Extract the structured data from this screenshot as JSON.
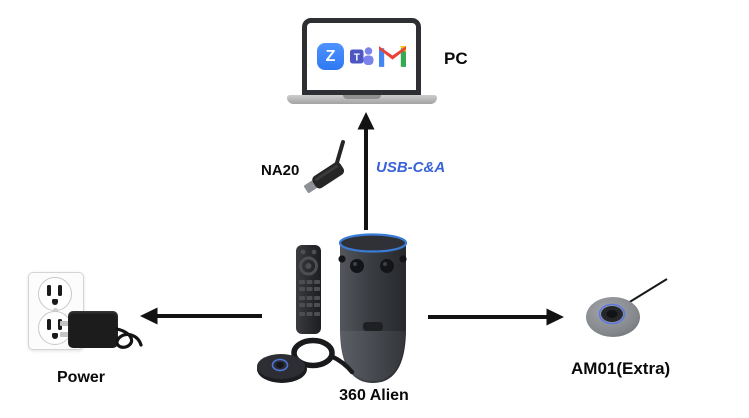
{
  "diagram": {
    "nodes": {
      "pc": {
        "label": "PC",
        "apps": [
          "zoom",
          "microsoft-teams",
          "gmail"
        ]
      },
      "na20": {
        "label": "NA20"
      },
      "alien": {
        "label": "360 Alien"
      },
      "power": {
        "label": "Power"
      },
      "am01": {
        "label": "AM01(Extra)"
      }
    },
    "edges": [
      {
        "from": "360 Alien",
        "to": "PC",
        "label": "USB-C&A",
        "direction": "up"
      },
      {
        "from": "360 Alien",
        "to": "Power",
        "label": "",
        "direction": "left"
      },
      {
        "from": "360 Alien",
        "to": "AM01(Extra)",
        "label": "",
        "direction": "right"
      }
    ]
  },
  "icons": {
    "zoom_letter": "Z",
    "teams_letter": "T"
  },
  "colors": {
    "usb_label_blue": "#3B63D8",
    "zoom_blue": "#3E82F7",
    "teams_purple": "#4E56C4",
    "gmail_red": "#EA4335",
    "gmail_blue": "#4285F4",
    "gmail_green": "#34A853",
    "gmail_yellow": "#FBBC04",
    "arrow_black": "#121212",
    "led_ring_blue": "#3A7BD5"
  }
}
